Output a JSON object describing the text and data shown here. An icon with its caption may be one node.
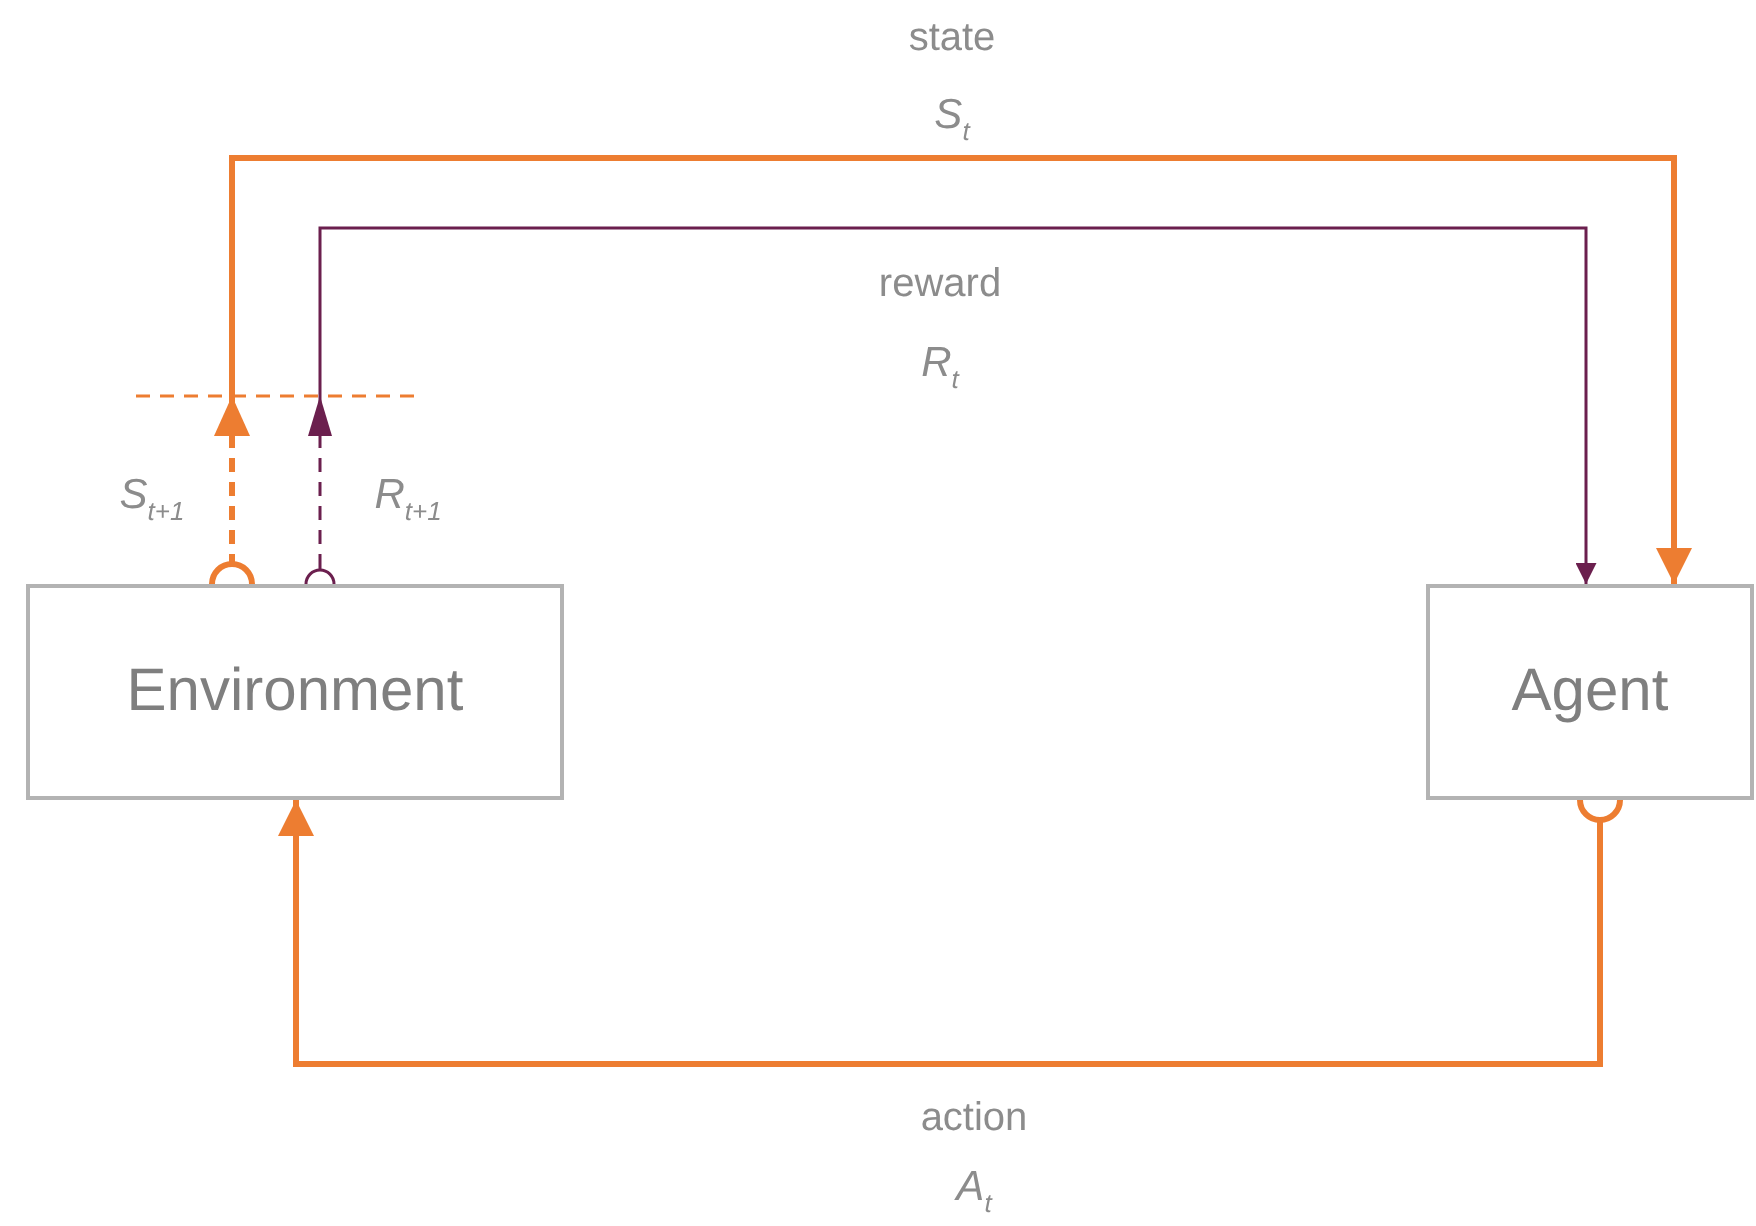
{
  "diagram": {
    "nodes": [
      {
        "text": [
          "Environment"
        ]
      },
      {
        "text": [
          "Agent"
        ]
      }
    ],
    "edges": [
      {
        "from": 0,
        "to": 1,
        "arrow": "to",
        "label": "state"
      },
      {
        "from": 0,
        "to": 1,
        "arrow": "to",
        "label": "reward",
        "color": "#6b1f4e"
      },
      {
        "from": 1,
        "to": 0,
        "arrow": "to",
        "label": "action"
      }
    ],
    "labels": [
      "S$_{t}$",
      "R$_{t}$",
      "S$_{t+1}$",
      "R$_{t+1}$",
      "A$_{t}$"
    ]
  }
}
